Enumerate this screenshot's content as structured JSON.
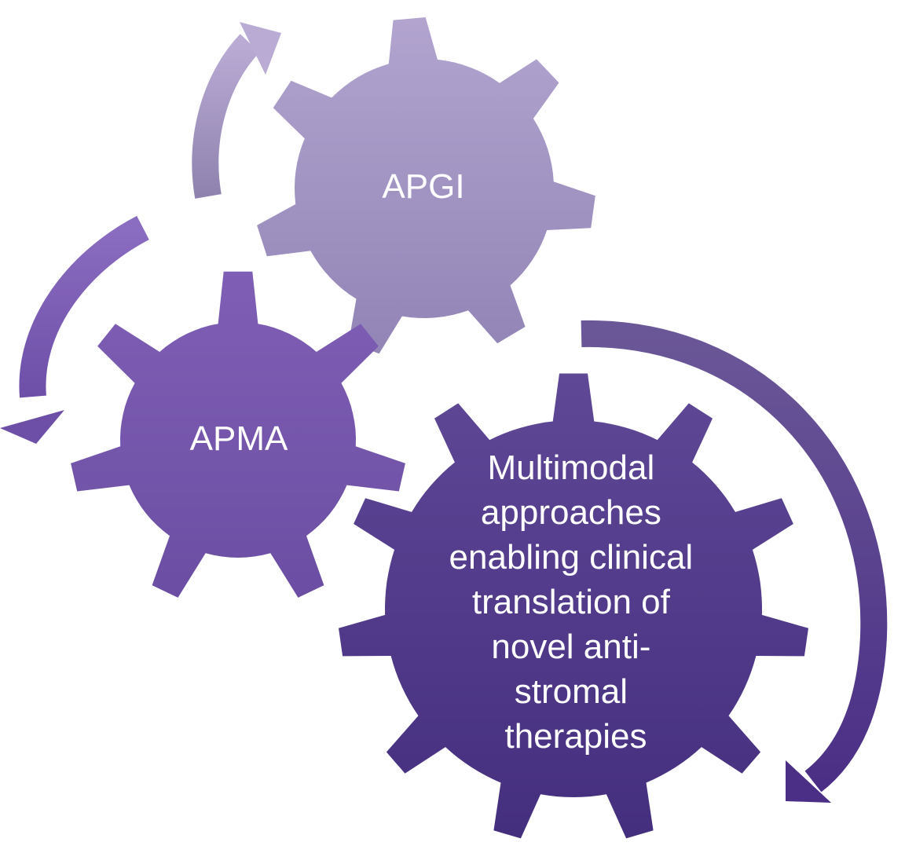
{
  "gears": {
    "apgi": {
      "label": "APGI"
    },
    "apma": {
      "label": "APMA"
    },
    "main": {
      "lines": [
        "Multimodal",
        "approaches",
        "enabling clinical",
        "translation of",
        "novel anti-",
        "stromal",
        "therapies"
      ]
    }
  },
  "colors": {
    "apgi": "#a493c4",
    "apma": "#7656ad",
    "main": "#4f3588"
  }
}
